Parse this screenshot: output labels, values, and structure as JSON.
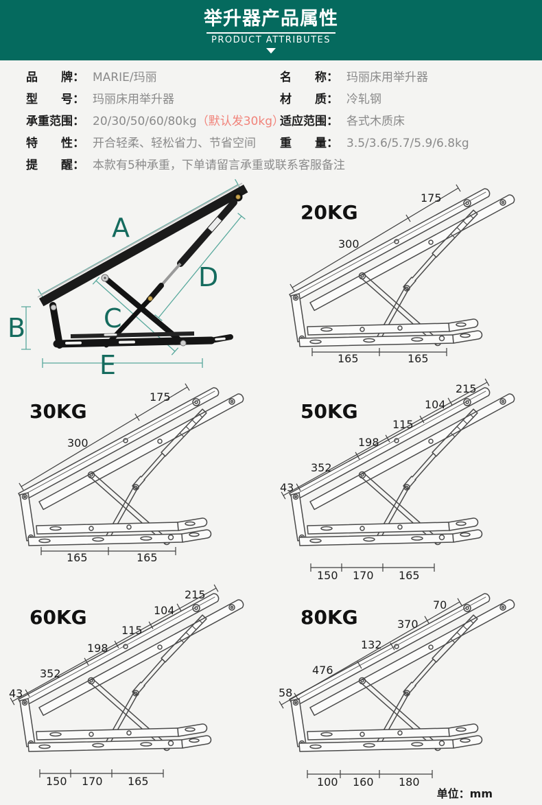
{
  "banner": {
    "title": "举升器产品属性",
    "subtitle": "PRODUCT ATTRIBUTES"
  },
  "colors": {
    "banner_green": "#056a5e",
    "page_bg": "#f4f4f2",
    "highlight_red": "#f1837a",
    "dim_line_teal": "#57a89c",
    "dim_letter_teal": "#156b5e"
  },
  "attributes": {
    "left": [
      {
        "label": "品　　牌：",
        "value": "MARIE/玛丽"
      },
      {
        "label": "型　　号：",
        "value": "玛丽床用举升器"
      },
      {
        "label": "承重范围：",
        "value": "20/30/50/60/80kg",
        "highlight": "（默认发30kg）"
      },
      {
        "label": "特　　性：",
        "value": "开合轻柔、轻松省力、节省空间"
      }
    ],
    "right": [
      {
        "label": "名　　称：",
        "value": "玛丽床用举升器"
      },
      {
        "label": "材　　质：",
        "value": "冷轧钢"
      },
      {
        "label": "适应范围：",
        "value": "各式木质床"
      },
      {
        "label": "重　　量：",
        "value": "3.5/3.6/5.7/5.9/6.8kg"
      }
    ],
    "reminder": {
      "label": "提　　醒：",
      "value": "本款有5种承重，下单请留言承重或联系客服备注"
    }
  },
  "photo_labels": {
    "a": "A",
    "b": "B",
    "c": "C",
    "d": "D",
    "e": "E"
  },
  "diagrams": [
    {
      "title": "20KG",
      "rail_dims": [
        "175",
        "300"
      ],
      "bottom_dims": [
        "165",
        "165"
      ]
    },
    {
      "title": "30KG",
      "rail_dims": [
        "175",
        "300"
      ],
      "bottom_dims": [
        "165",
        "165"
      ]
    },
    {
      "title": "50KG",
      "rail_dims": [
        "215",
        "104",
        "115",
        "198",
        "352",
        "43"
      ],
      "bottom_dims": [
        "150",
        "170",
        "165"
      ]
    },
    {
      "title": "60KG",
      "rail_dims": [
        "215",
        "104",
        "115",
        "198",
        "352",
        "43"
      ],
      "bottom_dims": [
        "150",
        "170",
        "165"
      ]
    },
    {
      "title": "80KG",
      "rail_dims": [
        "70",
        "370",
        "132",
        "476",
        "58"
      ],
      "bottom_dims": [
        "100",
        "160",
        "180"
      ]
    }
  ],
  "footer": {
    "unit_note": "单位：mm"
  }
}
